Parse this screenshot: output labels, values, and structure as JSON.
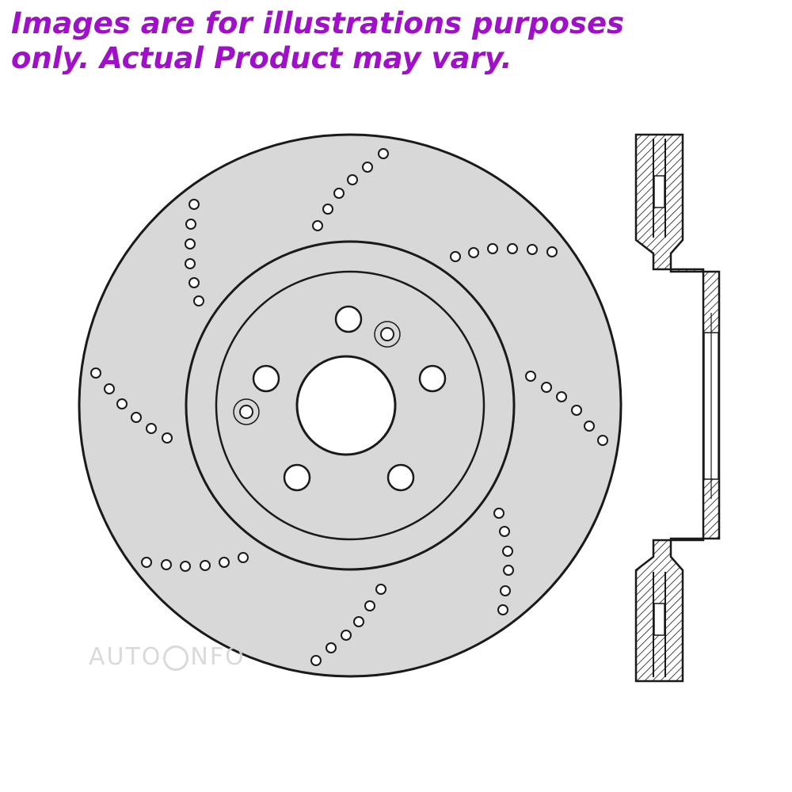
{
  "disclaimer": {
    "line1": "Images are for illustrations purposes",
    "line2": "only. Actual Product may vary.",
    "color": "#a010c8"
  },
  "watermark": {
    "prefix": "AUTO",
    "suffix": "NFO",
    "icon": "i-circle-icon"
  },
  "colors": {
    "disc_fill": "#d8d8d8",
    "outline": "#1a1a1a",
    "hole_fill": "#ffffff",
    "section_hatch": "#1a1a1a"
  }
}
